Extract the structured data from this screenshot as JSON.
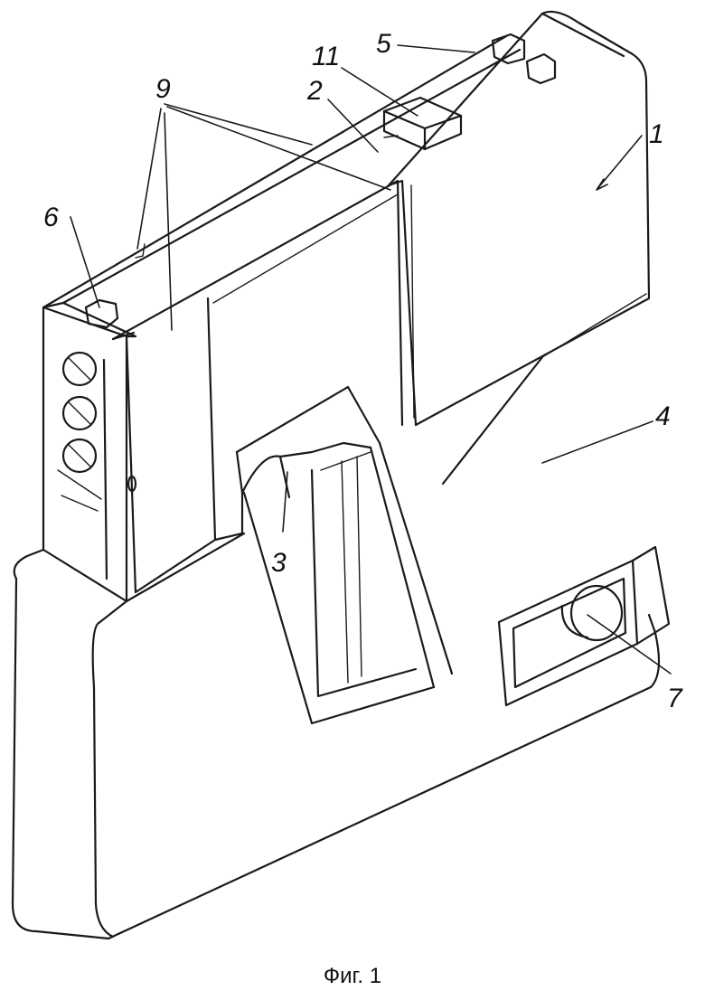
{
  "caption": "Фиг. 1",
  "labels": {
    "l1": "1",
    "l2": "2",
    "l3": "3",
    "l4": "4",
    "l5": "5",
    "l6": "6",
    "l7": "7",
    "l9": "9",
    "l11": "11"
  }
}
